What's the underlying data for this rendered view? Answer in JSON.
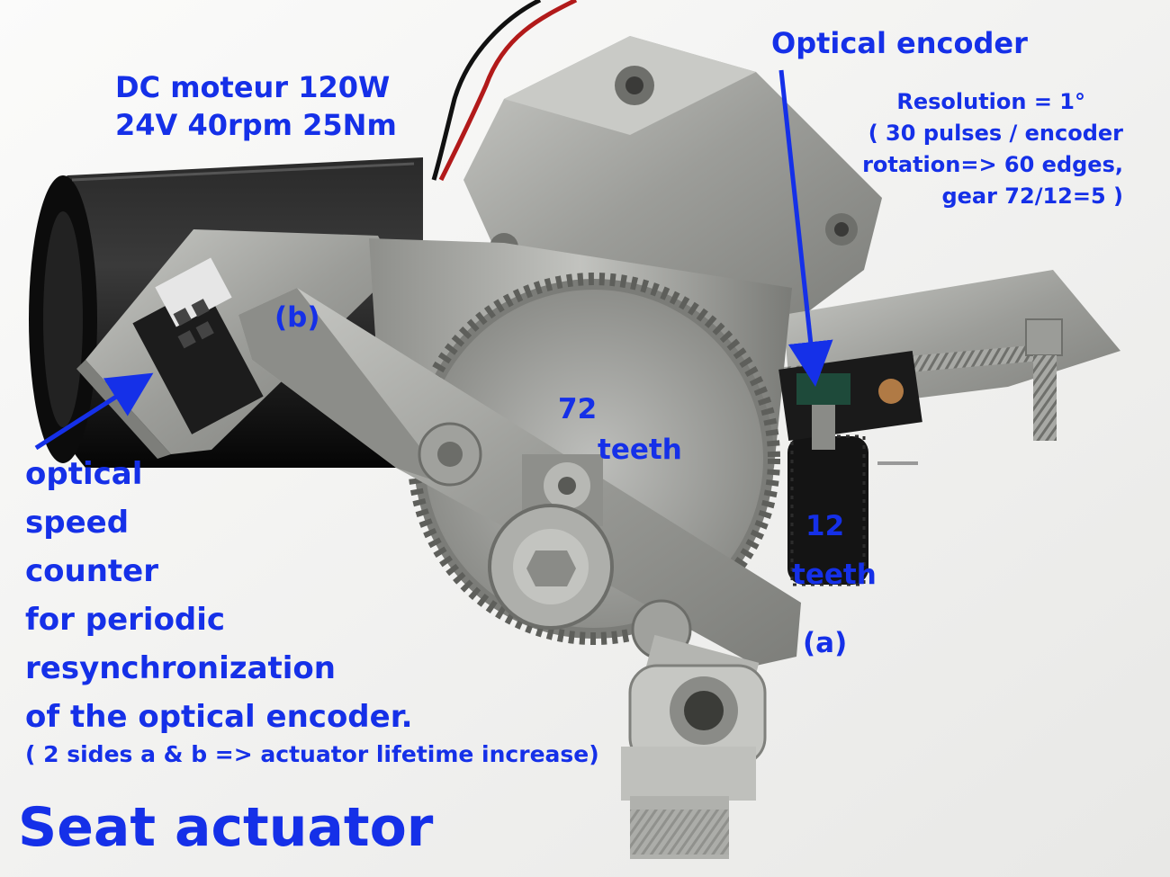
{
  "motor": {
    "line1": "DC moteur 120W",
    "line2": "24V 40rpm 25Nm"
  },
  "encoder": {
    "title": "Optical encoder",
    "line1": "Resolution = 1°",
    "line2": "( 30 pulses / encoder",
    "line3": "rotation=> 60 edges,",
    "line4": "gear 72/12=5 )"
  },
  "gears": {
    "big_count": "72",
    "big_unit": "teeth",
    "small_count": "12",
    "small_unit": "teeth"
  },
  "sides": {
    "a": "(a)",
    "b": "(b)"
  },
  "speed_counter": {
    "lines": [
      "optical",
      "speed",
      "counter",
      "for periodic",
      "resynchronization",
      "of the optical encoder."
    ],
    "note": "( 2 sides a & b => actuator lifetime increase)"
  },
  "title": "Seat actuator",
  "colors": {
    "label_blue": "#1530e8",
    "background": "#f4f4f2",
    "metal": "#a9aaa6",
    "motor_body": "#151515"
  }
}
